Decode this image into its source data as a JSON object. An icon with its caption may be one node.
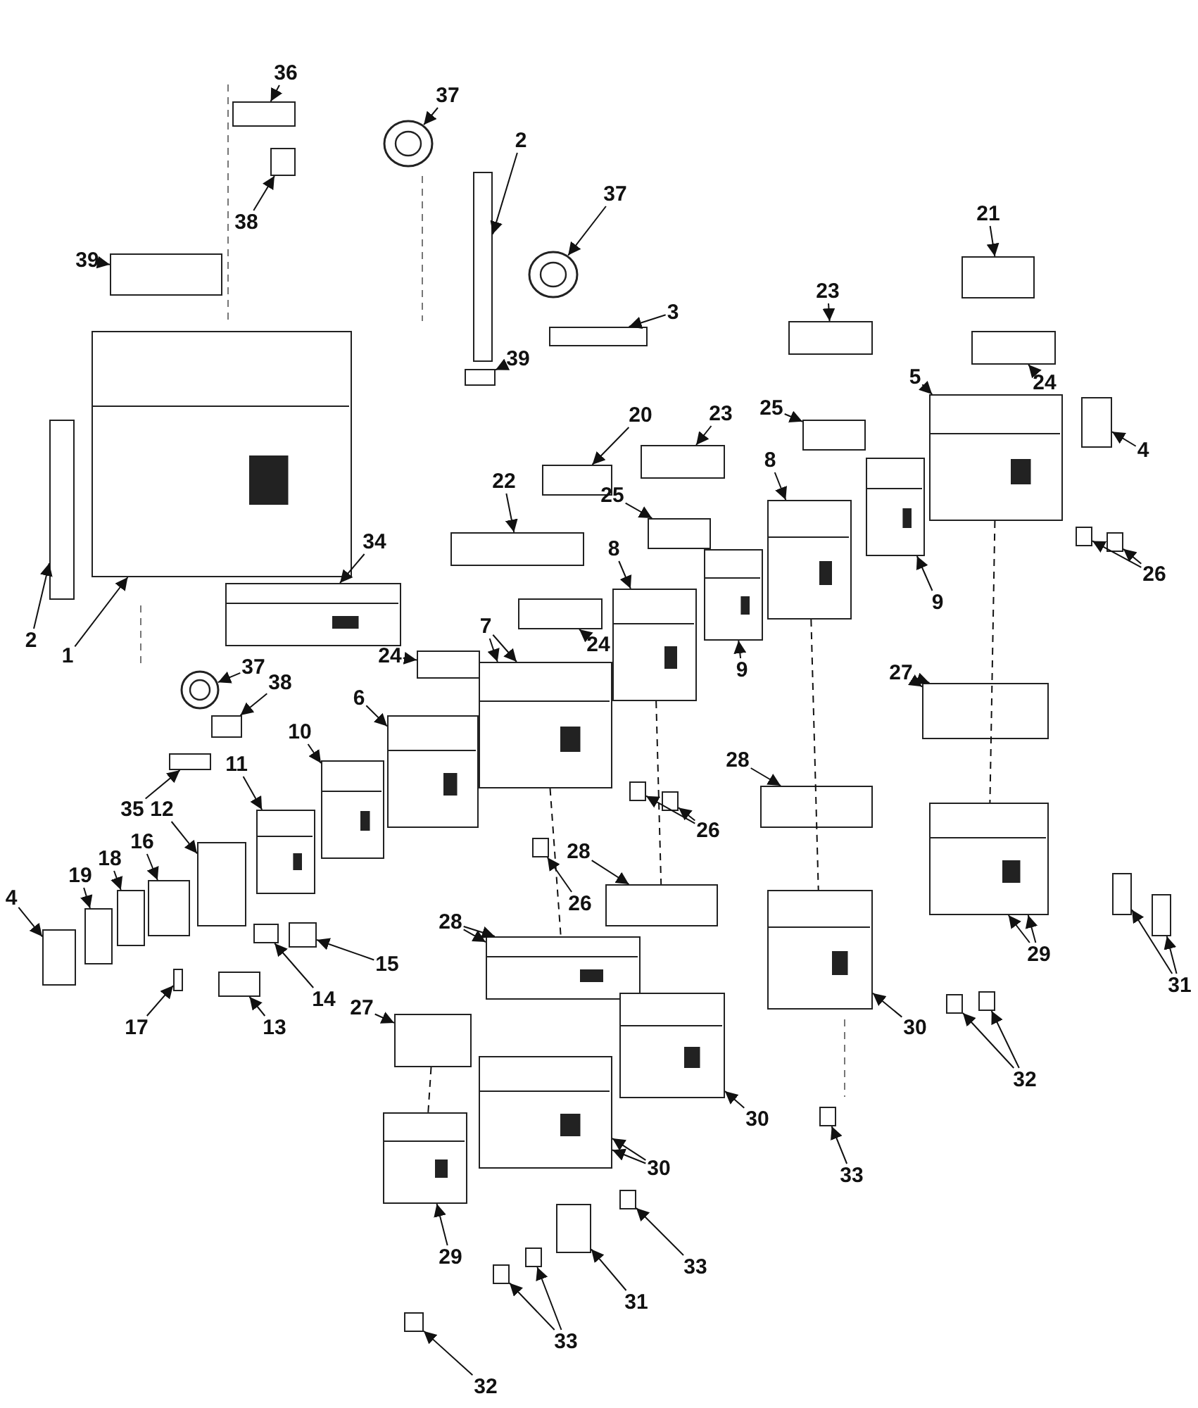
{
  "diagram": {
    "nodes": [
      {
        "text": [
          "36"
        ]
      },
      {
        "text": [
          "37"
        ]
      },
      {
        "text": [
          "2"
        ]
      },
      {
        "text": [
          "37"
        ]
      },
      {
        "text": [
          "38"
        ]
      },
      {
        "text": [
          "39"
        ]
      },
      {
        "text": [
          "21"
        ]
      },
      {
        "text": [
          "39"
        ]
      },
      {
        "text": [
          "3"
        ]
      },
      {
        "text": [
          "23"
        ]
      },
      {
        "text": [
          "23"
        ]
      },
      {
        "text": [
          "20"
        ]
      },
      {
        "text": [
          "24"
        ]
      },
      {
        "text": [
          "5"
        ]
      },
      {
        "text": [
          "4"
        ]
      },
      {
        "text": [
          "25"
        ]
      },
      {
        "text": [
          "22"
        ]
      },
      {
        "text": [
          "25"
        ]
      },
      {
        "text": [
          "8"
        ]
      },
      {
        "text": [
          "9"
        ]
      },
      {
        "text": [
          "26"
        ]
      },
      {
        "text": [
          "8"
        ]
      },
      {
        "text": [
          "34"
        ]
      },
      {
        "text": [
          "2"
        ]
      },
      {
        "text": [
          "1"
        ]
      },
      {
        "text": [
          "24"
        ]
      },
      {
        "text": [
          "9"
        ]
      },
      {
        "text": [
          "7"
        ]
      },
      {
        "text": [
          "24"
        ]
      },
      {
        "text": [
          "37"
        ]
      },
      {
        "text": [
          "38"
        ]
      },
      {
        "text": [
          "27"
        ]
      },
      {
        "text": [
          "6"
        ]
      },
      {
        "text": [
          "10"
        ]
      },
      {
        "text": [
          "11"
        ]
      },
      {
        "text": [
          "26"
        ]
      },
      {
        "text": [
          "28"
        ]
      },
      {
        "text": [
          "35"
        ]
      },
      {
        "text": [
          "12"
        ]
      },
      {
        "text": [
          "16"
        ]
      },
      {
        "text": [
          "18"
        ]
      },
      {
        "text": [
          "19"
        ]
      },
      {
        "text": [
          "4"
        ]
      },
      {
        "text": [
          "28"
        ]
      },
      {
        "text": [
          "26"
        ]
      },
      {
        "text": [
          "28"
        ]
      },
      {
        "text": [
          "15"
        ]
      },
      {
        "text": [
          "14"
        ]
      },
      {
        "text": [
          "13"
        ]
      },
      {
        "text": [
          "17"
        ]
      },
      {
        "text": [
          "27"
        ]
      },
      {
        "text": [
          "29"
        ]
      },
      {
        "text": [
          "31"
        ]
      },
      {
        "text": [
          "30"
        ]
      },
      {
        "text": [
          "32"
        ]
      },
      {
        "text": [
          "30"
        ]
      },
      {
        "text": [
          "30"
        ]
      },
      {
        "text": [
          "33"
        ]
      },
      {
        "text": [
          "29"
        ]
      },
      {
        "text": [
          "33"
        ]
      },
      {
        "text": [
          "31"
        ]
      },
      {
        "text": [
          "33"
        ]
      },
      {
        "text": [
          "32"
        ]
      },
      {
        "text": [],
        "shape": "box"
      },
      {
        "text": [],
        "shape": "circle"
      },
      {
        "text": [],
        "shape": "box"
      },
      {
        "text": [],
        "shape": "circle"
      },
      {
        "text": [],
        "shape": "box"
      },
      {
        "text": [],
        "shape": "box"
      },
      {
        "text": [],
        "shape": "box"
      },
      {
        "text": [],
        "shape": "box"
      },
      {
        "text": [],
        "shape": "box"
      },
      {
        "text": [],
        "shape": "box"
      },
      {
        "text": [],
        "shape": "box"
      },
      {
        "text": [],
        "shape": "box"
      },
      {
        "text": [],
        "shape": "box"
      },
      {
        "text": [],
        "shape": "box"
      },
      {
        "text": [],
        "shape": "box"
      },
      {
        "text": [],
        "shape": "box"
      },
      {
        "text": [],
        "shape": "box"
      },
      {
        "text": [],
        "shape": "box"
      },
      {
        "text": [],
        "shape": "box"
      },
      {
        "text": [],
        "shape": "box"
      },
      {
        "text": [],
        "shape": "box"
      },
      {
        "text": [],
        "shape": "box"
      },
      {
        "text": [],
        "shape": "box"
      },
      {
        "text": [],
        "shape": "box"
      },
      {
        "text": [],
        "shape": "box"
      },
      {
        "text": [],
        "shape": "box"
      },
      {
        "text": [],
        "shape": "box"
      },
      {
        "text": [],
        "shape": "box"
      },
      {
        "text": [],
        "shape": "box"
      },
      {
        "text": [],
        "shape": "box"
      },
      {
        "text": [],
        "shape": "circle"
      },
      {
        "text": [],
        "shape": "box"
      },
      {
        "text": [],
        "shape": "box"
      },
      {
        "text": [],
        "shape": "box"
      },
      {
        "text": [],
        "shape": "box"
      },
      {
        "text": [],
        "shape": "box"
      },
      {
        "text": [],
        "shape": "box"
      },
      {
        "text": [],
        "shape": "box"
      },
      {
        "text": [],
        "shape": "box"
      },
      {
        "text": [],
        "shape": "box"
      },
      {
        "text": [],
        "shape": "box"
      },
      {
        "text": [],
        "shape": "box"
      },
      {
        "text": [],
        "shape": "box"
      },
      {
        "text": [],
        "shape": "box"
      },
      {
        "text": [],
        "shape": "box"
      },
      {
        "text": [],
        "shape": "box"
      },
      {
        "text": [],
        "shape": "box"
      },
      {
        "text": [],
        "shape": "box"
      },
      {
        "text": [],
        "shape": "box"
      },
      {
        "text": [],
        "shape": "box"
      },
      {
        "text": [],
        "shape": "box"
      },
      {
        "text": [],
        "shape": "box"
      },
      {
        "text": [],
        "shape": "box"
      },
      {
        "text": [],
        "shape": "box"
      },
      {
        "text": [],
        "shape": "box"
      },
      {
        "text": [],
        "shape": "box"
      },
      {
        "text": [],
        "shape": "box"
      },
      {
        "text": [],
        "shape": "box"
      },
      {
        "text": [],
        "shape": "box"
      },
      {
        "text": [],
        "shape": "box"
      },
      {
        "text": [],
        "shape": "box"
      },
      {
        "text": [],
        "shape": "box"
      },
      {
        "text": [],
        "shape": "box"
      },
      {
        "text": [],
        "shape": "box"
      },
      {
        "text": [],
        "shape": "box"
      },
      {
        "text": [],
        "shape": "box"
      },
      {
        "text": [],
        "shape": "box"
      },
      {
        "text": [],
        "shape": "box"
      }
    ],
    "edges": [
      {
        "from": 0,
        "to": 63,
        "arrow": "to"
      },
      {
        "from": 1,
        "to": 64,
        "arrow": "to"
      },
      {
        "from": 2,
        "to": 65,
        "arrow": "to"
      },
      {
        "from": 3,
        "to": 66,
        "arrow": "to"
      },
      {
        "from": 4,
        "to": 67,
        "arrow": "to"
      },
      {
        "from": 5,
        "to": 68,
        "arrow": "to"
      },
      {
        "from": 6,
        "to": 69,
        "arrow": "to"
      },
      {
        "from": 7,
        "to": 70,
        "arrow": "to"
      },
      {
        "from": 8,
        "to": 71,
        "arrow": "to"
      },
      {
        "from": 9,
        "to": 72,
        "arrow": "to"
      },
      {
        "from": 10,
        "to": 73,
        "arrow": "to"
      },
      {
        "from": 11,
        "to": 74,
        "arrow": "to"
      },
      {
        "from": 12,
        "to": 75,
        "arrow": "to"
      },
      {
        "from": 13,
        "to": 76,
        "arrow": "to"
      },
      {
        "from": 14,
        "to": 77,
        "arrow": "to"
      },
      {
        "from": 15,
        "to": 78,
        "arrow": "to"
      },
      {
        "from": 16,
        "to": 79,
        "arrow": "to"
      },
      {
        "from": 17,
        "to": 80,
        "arrow": "to"
      },
      {
        "from": 18,
        "to": 81,
        "arrow": "to"
      },
      {
        "from": 19,
        "to": 82,
        "arrow": "to"
      },
      {
        "from": 20,
        "to": 83,
        "arrow": "to"
      },
      {
        "from": 20,
        "to": 84,
        "arrow": "to"
      },
      {
        "from": 21,
        "to": 85,
        "arrow": "to"
      },
      {
        "from": 22,
        "to": 86,
        "arrow": "to"
      },
      {
        "from": 23,
        "to": 87,
        "arrow": "to"
      },
      {
        "from": 24,
        "to": 88,
        "arrow": "to"
      },
      {
        "from": 25,
        "to": 89,
        "arrow": "to"
      },
      {
        "from": 26,
        "to": 90,
        "arrow": "to"
      },
      {
        "from": 27,
        "to": 91,
        "arrow": "to"
      },
      {
        "from": 27,
        "to": 91,
        "arrow": "to"
      },
      {
        "from": 28,
        "to": 92,
        "arrow": "to"
      },
      {
        "from": 29,
        "to": 93,
        "arrow": "to"
      },
      {
        "from": 30,
        "to": 94,
        "arrow": "to"
      },
      {
        "from": 31,
        "to": 95,
        "arrow": "to"
      },
      {
        "from": 31,
        "to": 95,
        "arrow": "to"
      },
      {
        "from": 32,
        "to": 96,
        "arrow": "to"
      },
      {
        "from": 33,
        "to": 97,
        "arrow": "to"
      },
      {
        "from": 34,
        "to": 98,
        "arrow": "to"
      },
      {
        "from": 35,
        "to": 99,
        "arrow": "to"
      },
      {
        "from": 35,
        "to": 100,
        "arrow": "to"
      },
      {
        "from": 36,
        "to": 101,
        "arrow": "to"
      },
      {
        "from": 37,
        "to": 102,
        "arrow": "to"
      },
      {
        "from": 38,
        "to": 103,
        "arrow": "to"
      },
      {
        "from": 39,
        "to": 104,
        "arrow": "to"
      },
      {
        "from": 40,
        "to": 105,
        "arrow": "to"
      },
      {
        "from": 41,
        "to": 106,
        "arrow": "to"
      },
      {
        "from": 42,
        "to": 107,
        "arrow": "to"
      },
      {
        "from": 43,
        "to": 108,
        "arrow": "to"
      },
      {
        "from": 44,
        "to": 109,
        "arrow": "to"
      },
      {
        "from": 45,
        "to": 110,
        "arrow": "to"
      },
      {
        "from": 45,
        "to": 110,
        "arrow": "to"
      },
      {
        "from": 46,
        "to": 111,
        "arrow": "to"
      },
      {
        "from": 47,
        "to": 112,
        "arrow": "to"
      },
      {
        "from": 48,
        "to": 113,
        "arrow": "to"
      },
      {
        "from": 49,
        "to": 114,
        "arrow": "to"
      },
      {
        "from": 50,
        "to": 115,
        "arrow": "to"
      },
      {
        "from": 51,
        "to": 116,
        "arrow": "to"
      },
      {
        "from": 51,
        "to": 116,
        "arrow": "to"
      },
      {
        "from": 52,
        "to": 117,
        "arrow": "to"
      },
      {
        "from": 52,
        "to": 118,
        "arrow": "to"
      },
      {
        "from": 53,
        "to": 119,
        "arrow": "to"
      },
      {
        "from": 54,
        "to": 120,
        "arrow": "to"
      },
      {
        "from": 54,
        "to": 121,
        "arrow": "to"
      },
      {
        "from": 55,
        "to": 122,
        "arrow": "to"
      },
      {
        "from": 56,
        "to": 123,
        "arrow": "to"
      },
      {
        "from": 56,
        "to": 123,
        "arrow": "to"
      },
      {
        "from": 57,
        "to": 124,
        "arrow": "to"
      },
      {
        "from": 58,
        "to": 125,
        "arrow": "to"
      },
      {
        "from": 59,
        "to": 126,
        "arrow": "to"
      },
      {
        "from": 60,
        "to": 127,
        "arrow": "to"
      },
      {
        "from": 61,
        "to": 128,
        "arrow": "to"
      },
      {
        "from": 61,
        "to": 129,
        "arrow": "to"
      },
      {
        "from": 62,
        "to": 130,
        "arrow": "to"
      },
      {
        "from": 76,
        "to": 116,
        "arrow": "none",
        "style": "dashed"
      },
      {
        "from": 81,
        "to": 119,
        "arrow": "none",
        "style": "dashed"
      },
      {
        "from": 85,
        "to": 108,
        "arrow": "none",
        "style": "dashed"
      },
      {
        "from": 91,
        "to": 110,
        "arrow": "none",
        "style": "dashed"
      },
      {
        "from": 115,
        "to": 125,
        "arrow": "none",
        "style": "dashed"
      }
    ]
  }
}
